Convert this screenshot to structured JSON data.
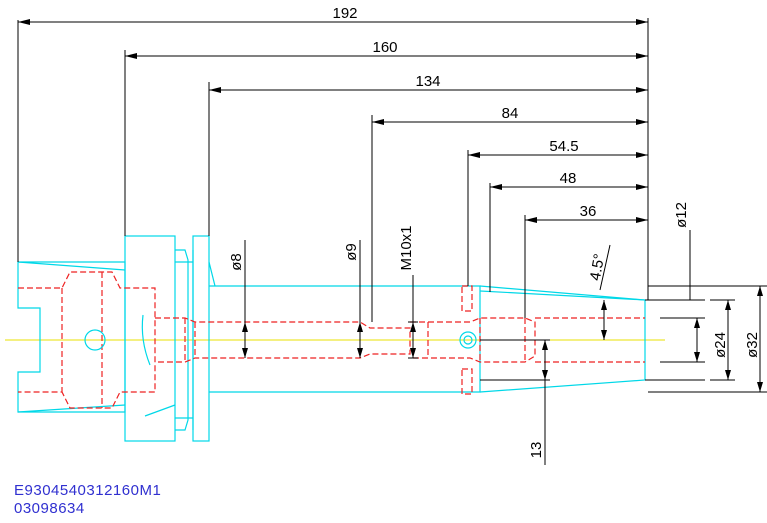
{
  "dimensions": {
    "len_192": "192",
    "len_160": "160",
    "len_134": "134",
    "len_84": "84",
    "len_54_5": "54.5",
    "len_48": "48",
    "len_36": "36",
    "dia_8": "ø8",
    "dia_9": "ø9",
    "thread": "M10x1",
    "angle": "4.5°",
    "dia_12": "ø12",
    "dia_24": "ø24",
    "dia_32": "ø32",
    "len_13": "13"
  },
  "part": {
    "code": "E9304540312160M1",
    "number": "03098634"
  },
  "colors": {
    "outline": "#00d8e8",
    "hidden": "#ee2222",
    "center": "#e8e000",
    "dimension": "#000000",
    "code_text": "#3030d0"
  }
}
